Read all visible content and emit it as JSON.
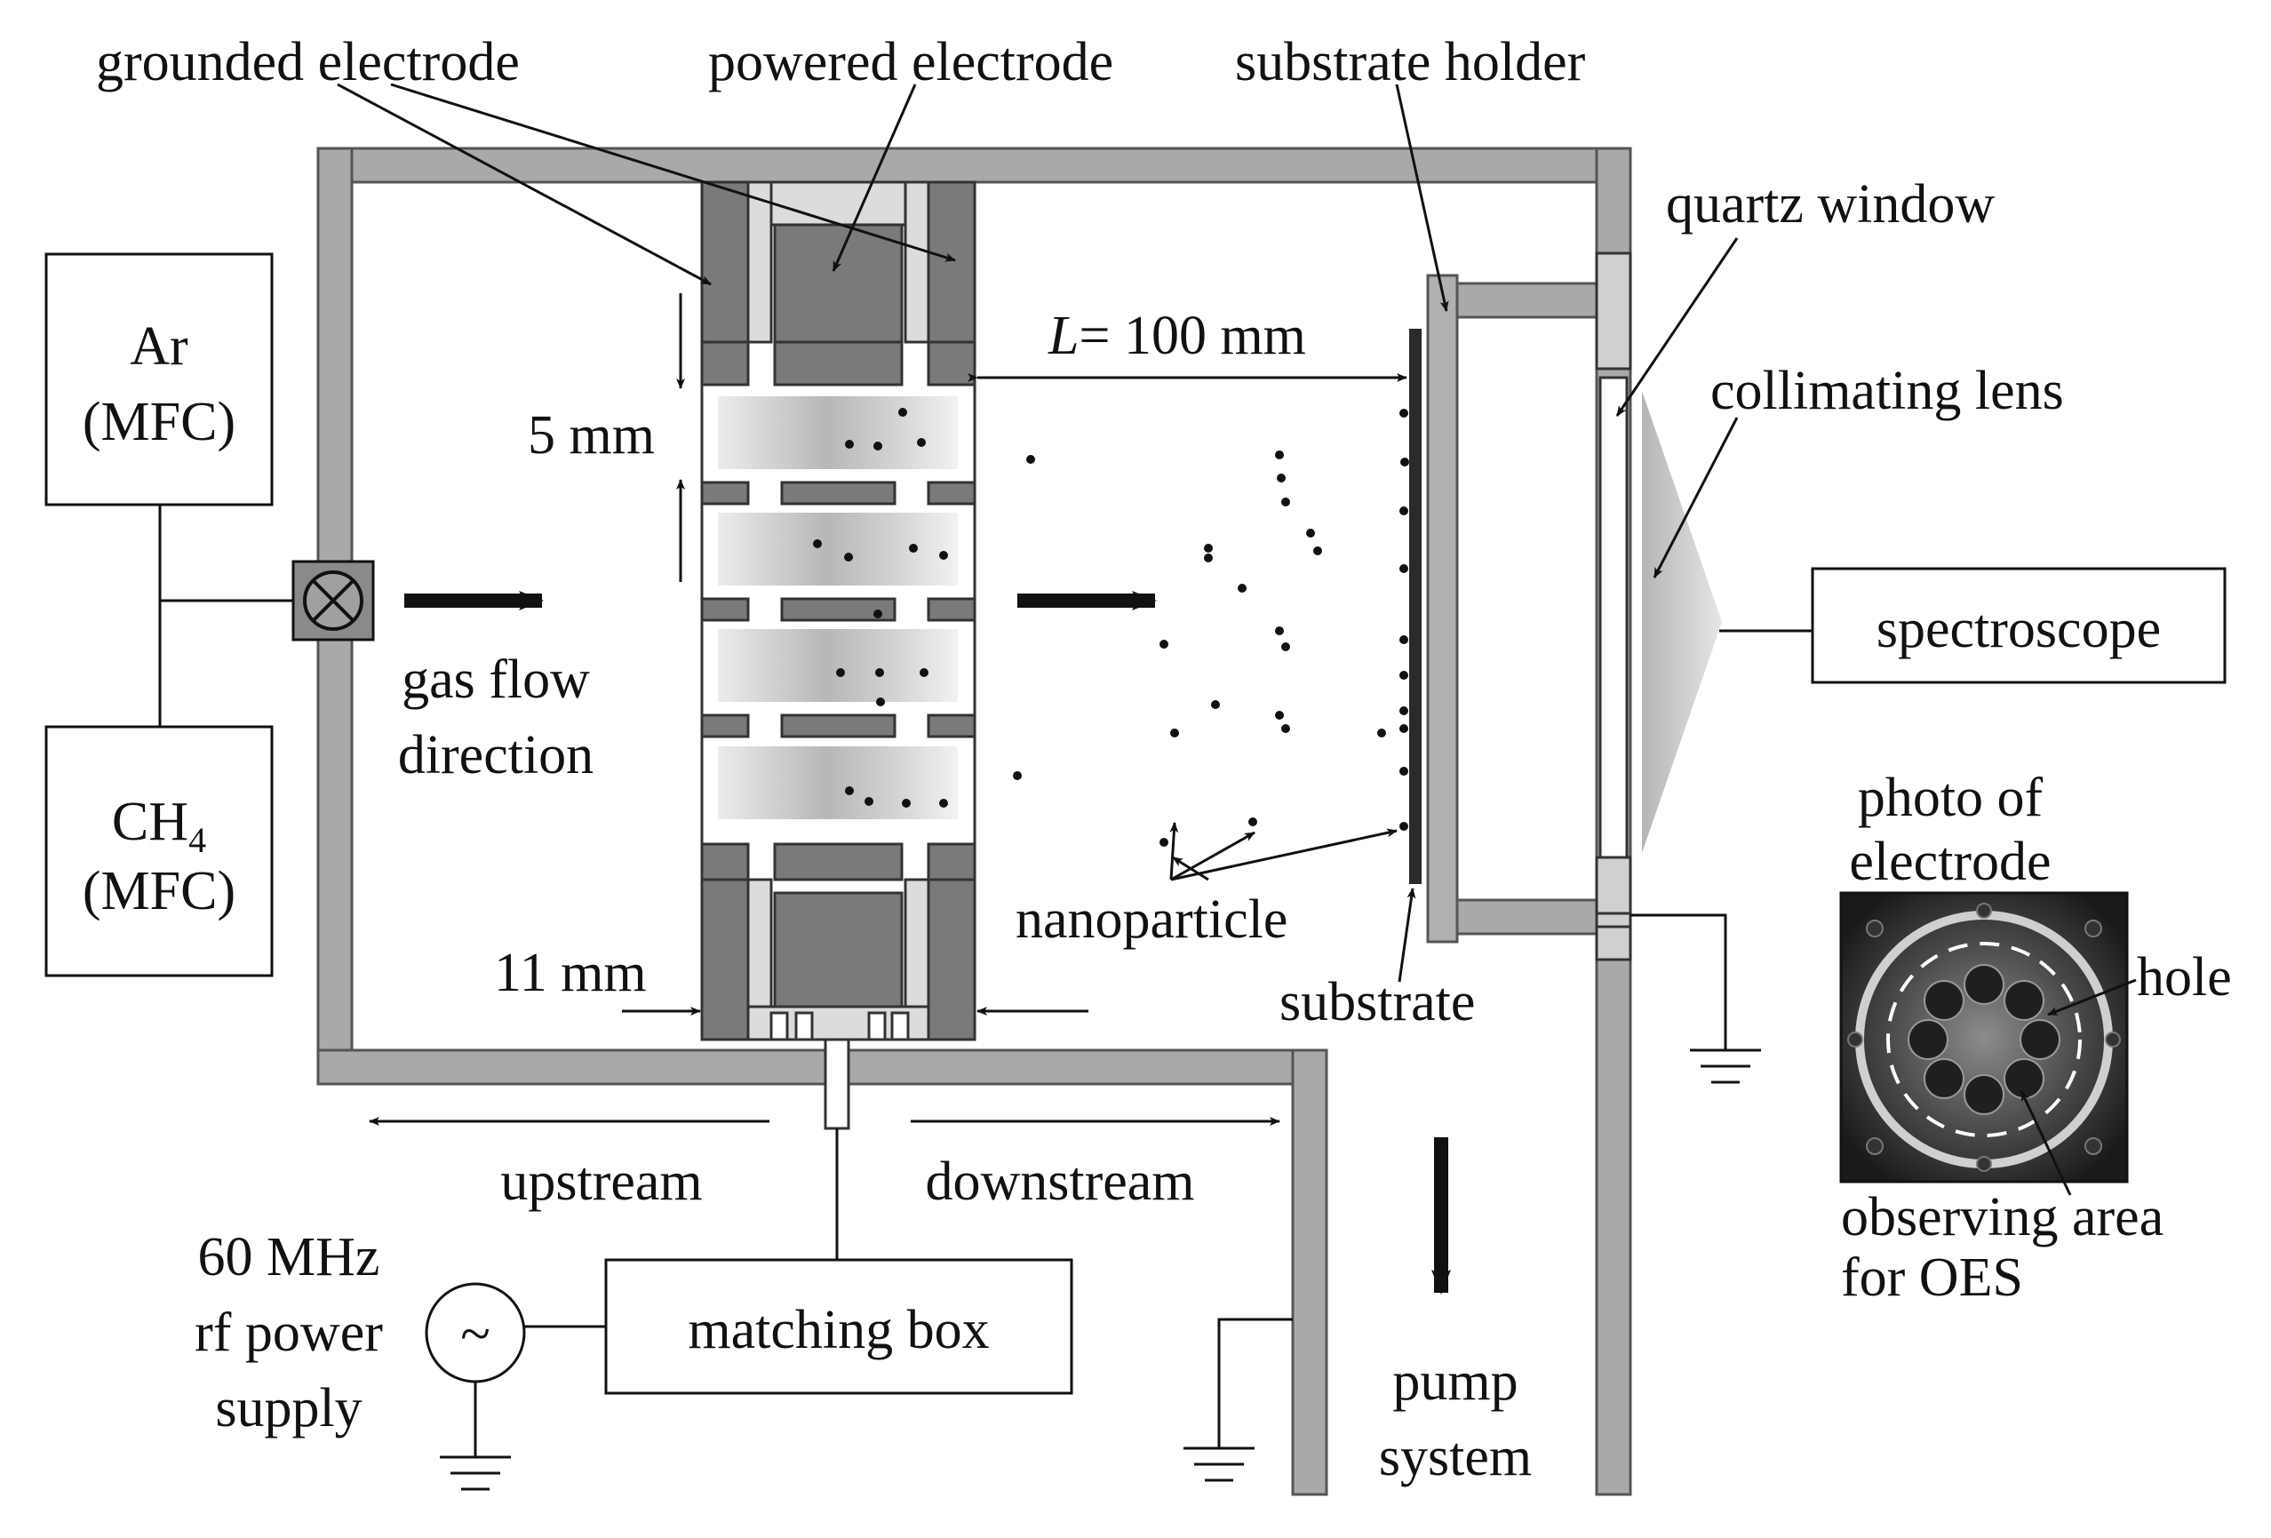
{
  "labels": {
    "grounded_electrode": "grounded electrode",
    "powered_electrode": "powered electrode",
    "substrate_holder": "substrate holder",
    "quartz_window": "quartz window",
    "collimating_lens": "collimating  lens",
    "spectroscope": "spectroscope",
    "ar_line1": "Ar",
    "mfc": "(MFC)",
    "ch4_main": "CH",
    "ch4_sub": "4",
    "gap_5mm": "5 mm",
    "gap_11mm": "11 mm",
    "distance_L": "L",
    "distance_value": "= 100 mm",
    "gas_flow_line1": "gas flow",
    "gas_flow_line2": "direction",
    "nanoparticle": "nanoparticle",
    "substrate": "substrate",
    "photo_line1": "photo of",
    "photo_line2": "electrode",
    "hole": "hole",
    "observing_line1": "observing area",
    "observing_line2": "for OES",
    "upstream": "upstream",
    "downstream": "downstream",
    "rf_line1": "60 MHz",
    "rf_line2": "rf power",
    "rf_line3": "supply",
    "rf_symbol": "~",
    "matching_box": "matching box",
    "pump_line1": "pump",
    "pump_line2": "system"
  },
  "colors": {
    "chamber_wall": "#a9a9a9",
    "electrode_dark": "#7a7a7a",
    "electrode_light": "#dcdcdc",
    "plasma": "#b8b8b8",
    "substrate": "#2a2a2a",
    "ink": "#111111"
  }
}
